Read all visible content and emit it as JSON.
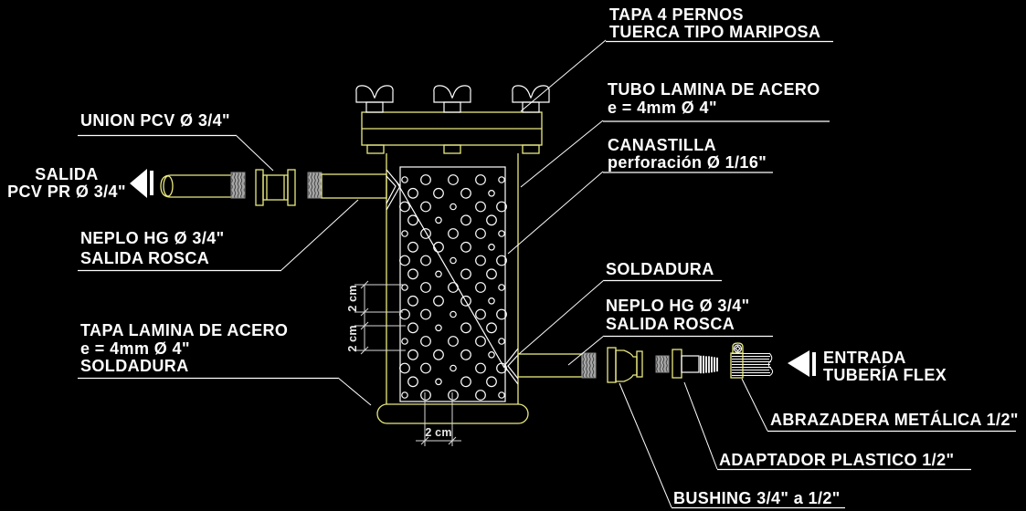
{
  "colors": {
    "background": "#000000",
    "line_white": "#FFFFFF",
    "fitting_yellow": "#E9E982",
    "thread_gray": "#A6A6A6",
    "dimension_gray": "#D8D8D8"
  },
  "callouts": {
    "tapa_pernos": {
      "line1": "TAPA 4 PERNOS",
      "line2": "TUERCA TIPO MARIPOSA"
    },
    "tubo_lamina": {
      "line1": "TUBO LAMINA DE ACERO",
      "line2": "e = 4mm  Ø 4\""
    },
    "canastilla": {
      "line1": "CANASTILLA",
      "line2": "perforación Ø 1/16\""
    },
    "union_pcv": {
      "line1": "UNION PCV Ø 3/4\""
    },
    "salida": {
      "line1": "SALIDA",
      "line2": "PCV PR Ø 3/4\""
    },
    "neplo_izq": {
      "line1": "NEPLO HG Ø 3/4\"",
      "line2": "SALIDA ROSCA"
    },
    "tapa_lamina": {
      "line1": "TAPA LAMINA DE ACERO",
      "line2": "e = 4mm  Ø 4\"",
      "line3": "SOLDADURA"
    },
    "soldadura": {
      "line1": "SOLDADURA"
    },
    "neplo_der": {
      "line1": "NEPLO HG Ø 3/4\"",
      "line2": "SALIDA ROSCA"
    },
    "entrada": {
      "line1": "ENTRADA",
      "line2": "TUBERÍA FLEX"
    },
    "abrazadera": {
      "line1": "ABRAZADERA METÁLICA 1/2\""
    },
    "adaptador": {
      "line1": "ADAPTADOR PLASTICO 1/2\""
    },
    "bushing": {
      "line1": "BUSHING 3/4\" a 1/2\""
    }
  },
  "dimensions": {
    "upper_left": "2 cm",
    "lower_left": "2 cm",
    "bottom": "2 cm"
  },
  "perforation_grid": {
    "row_start": 197,
    "row_step": 14.75,
    "rows": 17,
    "xs_a": [
      443,
      466,
      496,
      526,
      549
    ],
    "xs_b": [
      452,
      480,
      510,
      538
    ],
    "r_small": 3.2,
    "r_large": 5.3
  }
}
